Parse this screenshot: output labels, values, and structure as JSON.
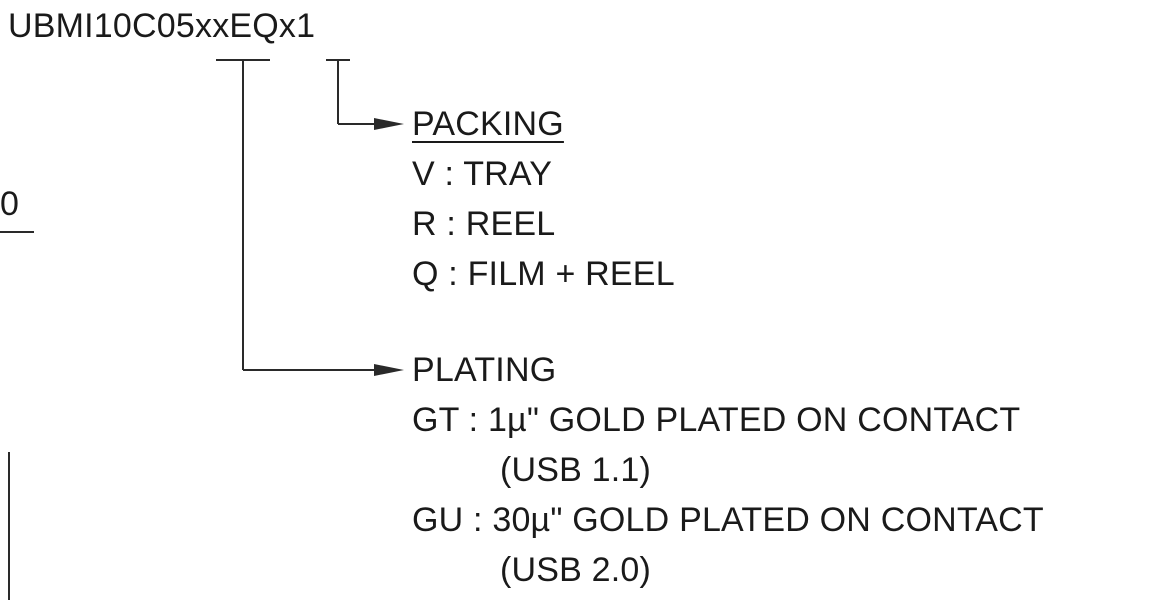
{
  "part_number": "UBMI10C05xxEQx1",
  "left_fragment": "0",
  "packing": {
    "title": "PACKING",
    "options": [
      "V : TRAY",
      "R : REEL",
      "Q : FILM + REEL"
    ]
  },
  "plating": {
    "title": "PLATING",
    "gt_line": "GT : 1µ\" GOLD PLATED ON CONTACT",
    "gt_note": "(USB 1.1)",
    "gu_line": "GU : 30µ\" GOLD PLATED ON CONTACT",
    "gu_note": "(USB 2.0)"
  },
  "colors": {
    "ink": "#1a1a1a",
    "line": "#2a2a2a",
    "background": "#ffffff"
  }
}
